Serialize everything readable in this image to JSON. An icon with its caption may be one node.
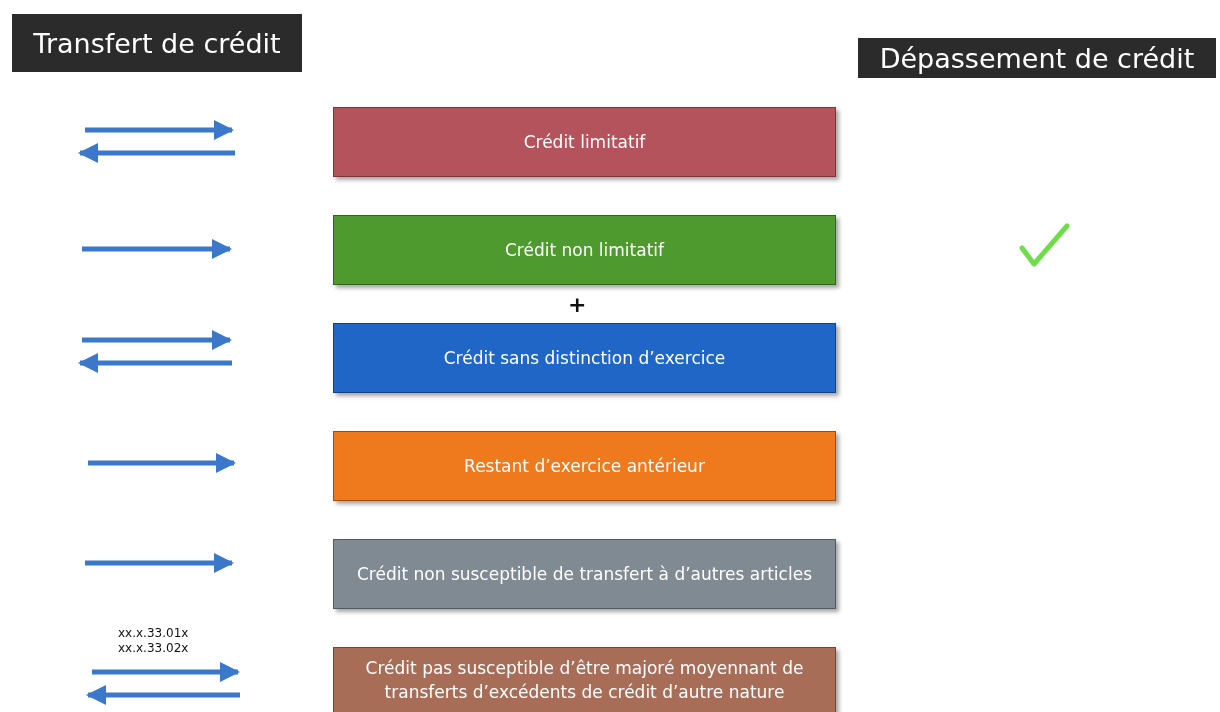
{
  "diagram": {
    "nodes": [
      {
        "text": [
          "Transfert de crédit"
        ]
      },
      {
        "text": [
          "Dépassement de crédit"
        ]
      },
      {
        "text": [
          "Crédit limitatif"
        ]
      },
      {
        "text": [
          "Crédit non limitatif"
        ]
      },
      {
        "text": [
          "Crédit sans distinction d’exercice"
        ]
      },
      {
        "text": [
          "Restant d’exercice antérieur"
        ]
      },
      {
        "text": [
          "Crédit non susceptible de transfert à d’autres articles"
        ]
      },
      {
        "text": [
          "Crédit pas susceptible d’être majoré moyennant de transferts d’excédents de crédit d’autre nature"
        ]
      }
    ],
    "edges": [],
    "labels": [
      "+",
      "xx.x.33.01x",
      "xx.x.33.02x"
    ]
  }
}
